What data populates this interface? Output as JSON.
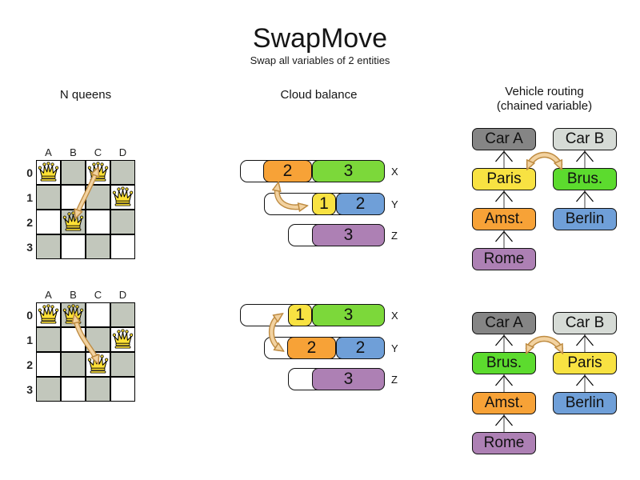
{
  "title": {
    "text": "SwapMove",
    "subtitle": "Swap all variables of 2 entities"
  },
  "sections": {
    "nqueens": {
      "label": "N queens"
    },
    "cloud": {
      "label": "Cloud balance"
    },
    "vehicle": {
      "label": "Vehicle routing",
      "sublabel": "(chained variable)"
    }
  },
  "colors": {
    "orange": "#F7A237",
    "green": "#7CD83A",
    "vrGreen": "#5CDB2E",
    "yellow": "#F8E242",
    "blue": "#6F9FD8",
    "purple": "#AD80B4",
    "carA": "#858585",
    "carB": "#D6DBD6",
    "boardGray": "#C2C7BC",
    "queenYellow": "#FFE135",
    "arrowFill": "#F2D2A0",
    "arrowEdge": "#BE8B41"
  },
  "nqueens": {
    "col_labels": [
      "A",
      "B",
      "C",
      "D"
    ],
    "row_labels": [
      "0",
      "1",
      "2",
      "3"
    ],
    "boards": [
      {
        "queens": [
          "A0",
          "C0",
          "D1",
          "B2"
        ]
      },
      {
        "queens": [
          "A0",
          "B0",
          "D1",
          "C2"
        ]
      }
    ]
  },
  "cloud": {
    "diagrams": [
      {
        "rows": [
          {
            "label": "X",
            "blocks": [
              {
                "value": "2",
                "color": "orange"
              },
              {
                "value": "3",
                "color": "green"
              }
            ]
          },
          {
            "label": "Y",
            "blocks": [
              {
                "value": "1",
                "color": "yellow"
              },
              {
                "value": "2",
                "color": "blue"
              }
            ]
          },
          {
            "label": "Z",
            "blocks": [
              {
                "value": "3",
                "color": "purple"
              }
            ]
          }
        ]
      },
      {
        "rows": [
          {
            "label": "X",
            "blocks": [
              {
                "value": "1",
                "color": "yellow"
              },
              {
                "value": "3",
                "color": "green"
              }
            ]
          },
          {
            "label": "Y",
            "blocks": [
              {
                "value": "2",
                "color": "orange"
              },
              {
                "value": "2",
                "color": "blue"
              }
            ]
          },
          {
            "label": "Z",
            "blocks": [
              {
                "value": "3",
                "color": "purple"
              }
            ]
          }
        ]
      }
    ]
  },
  "vehicle": {
    "diagrams": [
      {
        "chains": [
          {
            "boxes": [
              {
                "label": "Car A",
                "color": "carA"
              },
              {
                "label": "Paris",
                "color": "yellow"
              },
              {
                "label": "Amst.",
                "color": "orange"
              },
              {
                "label": "Rome",
                "color": "purple"
              }
            ]
          },
          {
            "boxes": [
              {
                "label": "Car B",
                "color": "carB"
              },
              {
                "label": "Brus.",
                "color": "vrGreen"
              },
              {
                "label": "Berlin",
                "color": "blue"
              }
            ]
          }
        ]
      },
      {
        "chains": [
          {
            "boxes": [
              {
                "label": "Car A",
                "color": "carA"
              },
              {
                "label": "Brus.",
                "color": "vrGreen"
              },
              {
                "label": "Amst.",
                "color": "orange"
              },
              {
                "label": "Rome",
                "color": "purple"
              }
            ]
          },
          {
            "boxes": [
              {
                "label": "Car B",
                "color": "carB"
              },
              {
                "label": "Paris",
                "color": "yellow"
              },
              {
                "label": "Berlin",
                "color": "blue"
              }
            ]
          }
        ]
      }
    ]
  }
}
